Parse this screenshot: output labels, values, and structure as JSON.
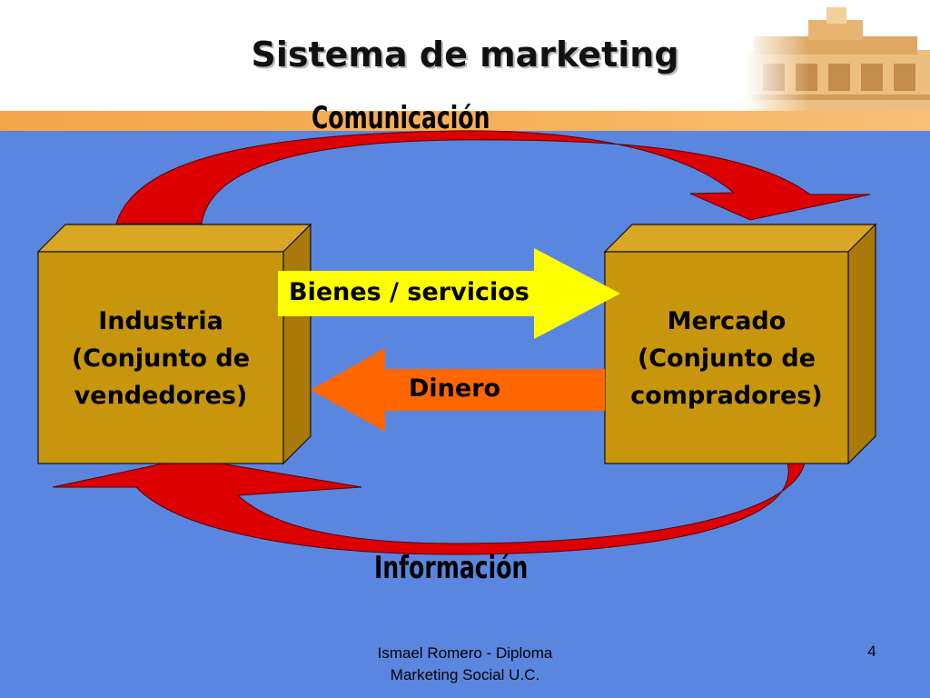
{
  "slide": {
    "title": "Sistema de marketing",
    "page_number": "4",
    "footer": {
      "line1": "Ismael Romero - Diploma",
      "line2": "Marketing Social  U.C."
    }
  },
  "diagram": {
    "top_flow_label": "Comunicación",
    "bottom_flow_label": "Información",
    "left_box": {
      "line1": "Industria",
      "line2": "(Conjunto de",
      "line3": "vendedores)"
    },
    "right_box": {
      "line1": "Mercado",
      "line2": "(Conjunto de",
      "line3": "compradores)"
    },
    "right_arrow_label": "Bienes / servicios",
    "left_arrow_label": "Dinero"
  },
  "colors": {
    "background": "#5b86e0",
    "box_front": "#c8960c",
    "box_top": "#d9a724",
    "box_side": "#a9790a",
    "curved_arrow": "#dd0000",
    "goods_arrow": "#ffff00",
    "money_arrow": "#ff6600",
    "stripe": "#f3a54a"
  },
  "icons": {
    "header_picture": "building-photo"
  }
}
